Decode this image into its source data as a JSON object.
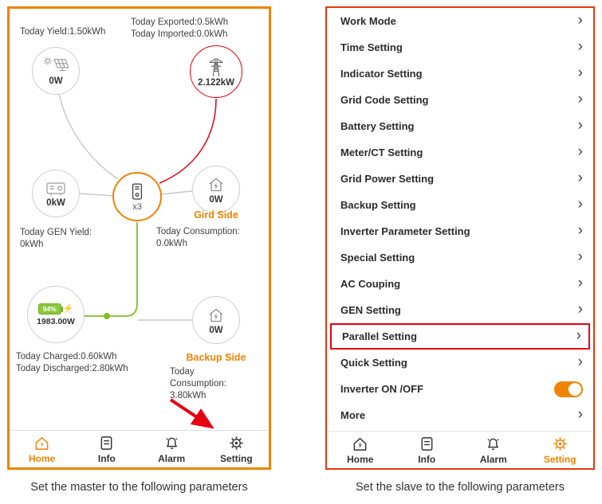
{
  "captions": {
    "left": "Set the master to the following parameters",
    "right": "Set the slave to the following parameters"
  },
  "icons": {
    "chevron": "›",
    "bolt": "⚡"
  },
  "colors": {
    "accent_orange": "#F08300",
    "alert_red": "#E60012",
    "battery_green": "#8CC63F"
  },
  "nav": {
    "home": "Home",
    "info": "Info",
    "alarm": "Alarm",
    "setting": "Setting"
  },
  "home_screen": {
    "solar": {
      "label": "Today Yield:1.50kWh",
      "power": "0W"
    },
    "grid": {
      "exported": "Today Exported:0.5kWh",
      "imported": "Today Imported:0.0kWh",
      "power": "2.122kW"
    },
    "generator": {
      "power": "0kW",
      "yield_line1": "Today GEN Yield:",
      "yield_line2": "0kWh"
    },
    "inverter": {
      "count": "x3"
    },
    "grid_side": {
      "power": "0W",
      "title": "Gird Side",
      "line1": "Today Consumption:",
      "line2": "0.0kWh"
    },
    "battery": {
      "soc": "94%",
      "power": "1983.00W",
      "charged": "Today Charged:0.60kWh",
      "discharged": "Today Discharged:2.80kWh"
    },
    "backup_side": {
      "power": "0W",
      "title": "Backup Side",
      "line1": "Today",
      "line2": "Consumption:",
      "line3": "3.80kWh"
    }
  },
  "settings_screen": {
    "menu": [
      {
        "label": "Work Mode"
      },
      {
        "label": "Time Setting"
      },
      {
        "label": "Indicator Setting"
      },
      {
        "label": "Grid Code Setting"
      },
      {
        "label": "Battery Setting"
      },
      {
        "label": "Meter/CT Setting"
      },
      {
        "label": "Grid Power Setting"
      },
      {
        "label": "Backup Setting"
      },
      {
        "label": "Inverter Parameter Setting"
      },
      {
        "label": "Special Setting"
      },
      {
        "label": "AC Couping"
      },
      {
        "label": "GEN Setting"
      },
      {
        "label": "Parallel Setting",
        "highlighted": true
      },
      {
        "label": "Quick Setting"
      },
      {
        "label": "Inverter ON /OFF",
        "state": "on"
      },
      {
        "label": "More"
      }
    ]
  }
}
